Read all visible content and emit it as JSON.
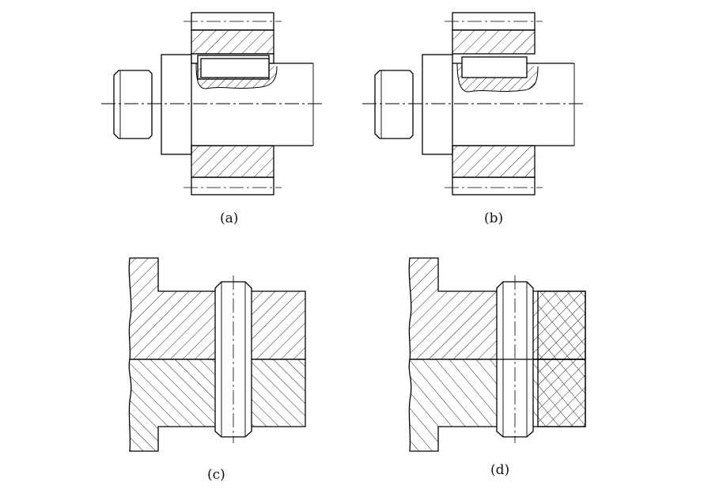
{
  "panels": [
    {
      "id": "a",
      "label": "(a)"
    },
    {
      "id": "b",
      "label": "(b)"
    },
    {
      "id": "c",
      "label": "(c)"
    },
    {
      "id": "d",
      "label": "(d)"
    }
  ],
  "colors": {
    "line": "#000000",
    "hatch": "#222222",
    "background": "#ffffff"
  }
}
